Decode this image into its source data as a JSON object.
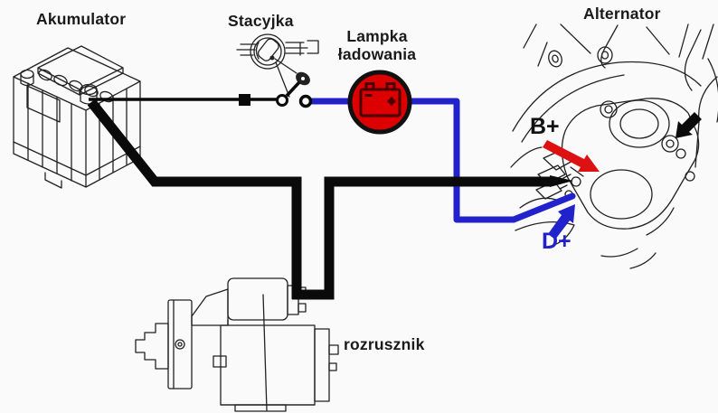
{
  "labels": {
    "battery": "Akumulator",
    "ignition_switch": "Stacyjka",
    "charging_lamp_line1": "Lampka",
    "charging_lamp_line2": "ładowania",
    "alternator": "Alternator",
    "starter": "rozrusznik",
    "terminal_b": "B+",
    "terminal_d": "D+"
  },
  "colors": {
    "background": "#fafafa",
    "label_text": "#1a1a1a",
    "line_art": "#222222",
    "wire_black": "#0a0a0a",
    "wire_blue": "#2222cc",
    "lamp_fill": "#dd0000",
    "lamp_border": "#111111",
    "arrow_red": "#dd1111",
    "arrow_blue": "#2222cc"
  },
  "components": [
    {
      "name": "battery",
      "label": "Akumulator",
      "icon": "battery-drawing"
    },
    {
      "name": "ignition-switch",
      "label": "Stacyjka",
      "icon": "ignition-switch-drawing"
    },
    {
      "name": "charging-lamp",
      "label": "Lampka ładowania",
      "icon": "battery-warning-lamp-icon"
    },
    {
      "name": "alternator",
      "label": "Alternator",
      "icon": "alternator-drawing",
      "terminals": [
        "B+",
        "D+"
      ]
    },
    {
      "name": "starter",
      "label": "rozrusznik",
      "icon": "starter-drawing"
    }
  ],
  "wires": [
    {
      "from": "battery",
      "to": "ignition-switch",
      "color": "black",
      "thickness": "thin"
    },
    {
      "from": "ignition-switch",
      "to": "charging-lamp",
      "color": "blue",
      "thickness": "medium"
    },
    {
      "from": "charging-lamp",
      "to": "alternator D+",
      "color": "blue",
      "thickness": "medium"
    },
    {
      "from": "battery",
      "to": "starter",
      "color": "black",
      "thickness": "thick"
    },
    {
      "from": "starter",
      "to": "alternator B+",
      "color": "black",
      "thickness": "thick"
    }
  ]
}
